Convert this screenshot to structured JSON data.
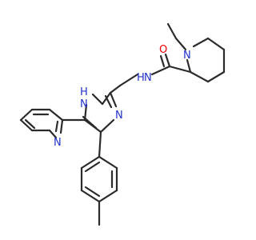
{
  "molecule": {
    "atom_labels": {
      "piperidine_nitrogen": "N",
      "carbonyl_oxygen": "O",
      "amide_nitrogen_hydrogen": "H",
      "amide_nitrogen": "N",
      "imidazole_nh_hydrogen": "H",
      "imidazole_nh_nitrogen": "N",
      "imidazole_nitrogen": "N",
      "pyridine_nitrogen": "N"
    },
    "colors": {
      "bond": "#2b2b2b",
      "nitrogen": "#2233cc",
      "oxygen": "#ee0000"
    }
  }
}
